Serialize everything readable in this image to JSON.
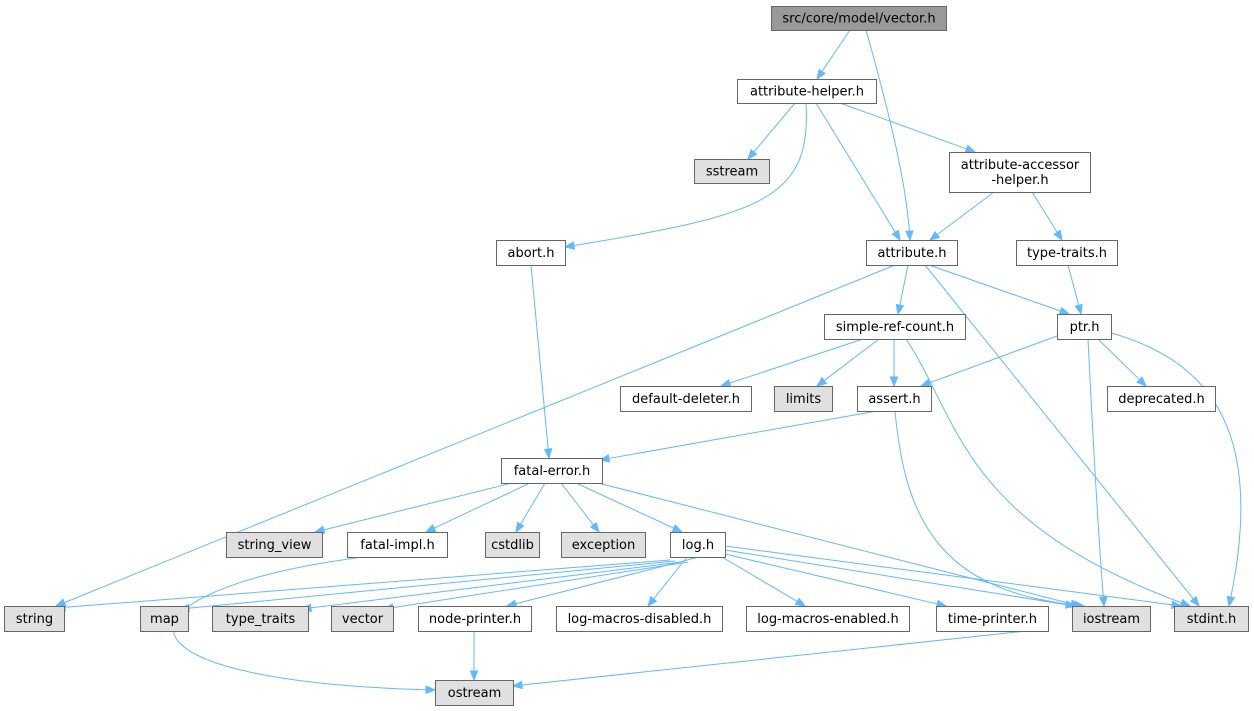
{
  "diagram": {
    "type": "include-dependency-graph",
    "colors": {
      "root_fill": "#999999",
      "project_fill": "#ffffff",
      "external_fill": "#e0e0e0",
      "border": "#666666",
      "edge": "#63b8ff"
    },
    "nodes": [
      {
        "id": "vector",
        "lines": [
          "src/core/model/vector.h"
        ],
        "kind": "root"
      },
      {
        "id": "attribute-helper",
        "lines": [
          "attribute-helper.h"
        ],
        "kind": "project"
      },
      {
        "id": "sstream",
        "lines": [
          "sstream"
        ],
        "kind": "external"
      },
      {
        "id": "attribute-accessor-helper",
        "lines": [
          "attribute-accessor",
          "-helper.h"
        ],
        "kind": "project"
      },
      {
        "id": "abort",
        "lines": [
          "abort.h"
        ],
        "kind": "project"
      },
      {
        "id": "attribute",
        "lines": [
          "attribute.h"
        ],
        "kind": "project"
      },
      {
        "id": "type-traits",
        "lines": [
          "type-traits.h"
        ],
        "kind": "project"
      },
      {
        "id": "simple-ref-count",
        "lines": [
          "simple-ref-count.h"
        ],
        "kind": "project"
      },
      {
        "id": "ptr",
        "lines": [
          "ptr.h"
        ],
        "kind": "project"
      },
      {
        "id": "default-deleter",
        "lines": [
          "default-deleter.h"
        ],
        "kind": "project"
      },
      {
        "id": "limits",
        "lines": [
          "limits"
        ],
        "kind": "external"
      },
      {
        "id": "assert",
        "lines": [
          "assert.h"
        ],
        "kind": "project"
      },
      {
        "id": "deprecated",
        "lines": [
          "deprecated.h"
        ],
        "kind": "project"
      },
      {
        "id": "fatal-error",
        "lines": [
          "fatal-error.h"
        ],
        "kind": "project"
      },
      {
        "id": "string_view",
        "lines": [
          "string_view"
        ],
        "kind": "external"
      },
      {
        "id": "fatal-impl",
        "lines": [
          "fatal-impl.h"
        ],
        "kind": "project"
      },
      {
        "id": "cstdlib",
        "lines": [
          "cstdlib"
        ],
        "kind": "external"
      },
      {
        "id": "exception",
        "lines": [
          "exception"
        ],
        "kind": "external"
      },
      {
        "id": "log",
        "lines": [
          "log.h"
        ],
        "kind": "project"
      },
      {
        "id": "string",
        "lines": [
          "string"
        ],
        "kind": "external"
      },
      {
        "id": "map",
        "lines": [
          "map"
        ],
        "kind": "external"
      },
      {
        "id": "type_traits",
        "lines": [
          "type_traits"
        ],
        "kind": "external"
      },
      {
        "id": "vector-std",
        "lines": [
          "vector"
        ],
        "kind": "external"
      },
      {
        "id": "node-printer",
        "lines": [
          "node-printer.h"
        ],
        "kind": "project"
      },
      {
        "id": "log-macros-disabled",
        "lines": [
          "log-macros-disabled.h"
        ],
        "kind": "project"
      },
      {
        "id": "log-macros-enabled",
        "lines": [
          "log-macros-enabled.h"
        ],
        "kind": "project"
      },
      {
        "id": "time-printer",
        "lines": [
          "time-printer.h"
        ],
        "kind": "project"
      },
      {
        "id": "iostream",
        "lines": [
          "iostream"
        ],
        "kind": "external"
      },
      {
        "id": "stdint",
        "lines": [
          "stdint.h"
        ],
        "kind": "external"
      },
      {
        "id": "ostream",
        "lines": [
          "ostream"
        ],
        "kind": "external"
      }
    ],
    "edges": [
      {
        "from": "vector",
        "to": "attribute-helper"
      },
      {
        "from": "vector",
        "to": "attribute"
      },
      {
        "from": "attribute-helper",
        "to": "sstream"
      },
      {
        "from": "attribute-helper",
        "to": "attribute-accessor-helper"
      },
      {
        "from": "attribute-helper",
        "to": "abort"
      },
      {
        "from": "attribute-helper",
        "to": "attribute"
      },
      {
        "from": "attribute-accessor-helper",
        "to": "attribute"
      },
      {
        "from": "attribute-accessor-helper",
        "to": "type-traits"
      },
      {
        "from": "abort",
        "to": "fatal-error"
      },
      {
        "from": "attribute",
        "to": "simple-ref-count"
      },
      {
        "from": "attribute",
        "to": "ptr"
      },
      {
        "from": "attribute",
        "to": "string"
      },
      {
        "from": "attribute",
        "to": "stdint"
      },
      {
        "from": "type-traits",
        "to": "ptr"
      },
      {
        "from": "simple-ref-count",
        "to": "default-deleter"
      },
      {
        "from": "simple-ref-count",
        "to": "limits"
      },
      {
        "from": "simple-ref-count",
        "to": "assert"
      },
      {
        "from": "simple-ref-count",
        "to": "stdint"
      },
      {
        "from": "ptr",
        "to": "assert"
      },
      {
        "from": "ptr",
        "to": "deprecated"
      },
      {
        "from": "ptr",
        "to": "iostream"
      },
      {
        "from": "ptr",
        "to": "stdint"
      },
      {
        "from": "assert",
        "to": "fatal-error"
      },
      {
        "from": "assert",
        "to": "iostream"
      },
      {
        "from": "fatal-error",
        "to": "string_view"
      },
      {
        "from": "fatal-error",
        "to": "fatal-impl"
      },
      {
        "from": "fatal-error",
        "to": "cstdlib"
      },
      {
        "from": "fatal-error",
        "to": "exception"
      },
      {
        "from": "fatal-error",
        "to": "log"
      },
      {
        "from": "fatal-error",
        "to": "iostream"
      },
      {
        "from": "fatal-impl",
        "to": "ostream"
      },
      {
        "from": "log",
        "to": "string"
      },
      {
        "from": "log",
        "to": "map"
      },
      {
        "from": "log",
        "to": "type_traits"
      },
      {
        "from": "log",
        "to": "vector-std"
      },
      {
        "from": "log",
        "to": "node-printer"
      },
      {
        "from": "log",
        "to": "log-macros-disabled"
      },
      {
        "from": "log",
        "to": "log-macros-enabled"
      },
      {
        "from": "log",
        "to": "time-printer"
      },
      {
        "from": "log",
        "to": "iostream"
      },
      {
        "from": "log",
        "to": "stdint"
      },
      {
        "from": "node-printer",
        "to": "ostream"
      },
      {
        "from": "time-printer",
        "to": "ostream"
      }
    ]
  }
}
